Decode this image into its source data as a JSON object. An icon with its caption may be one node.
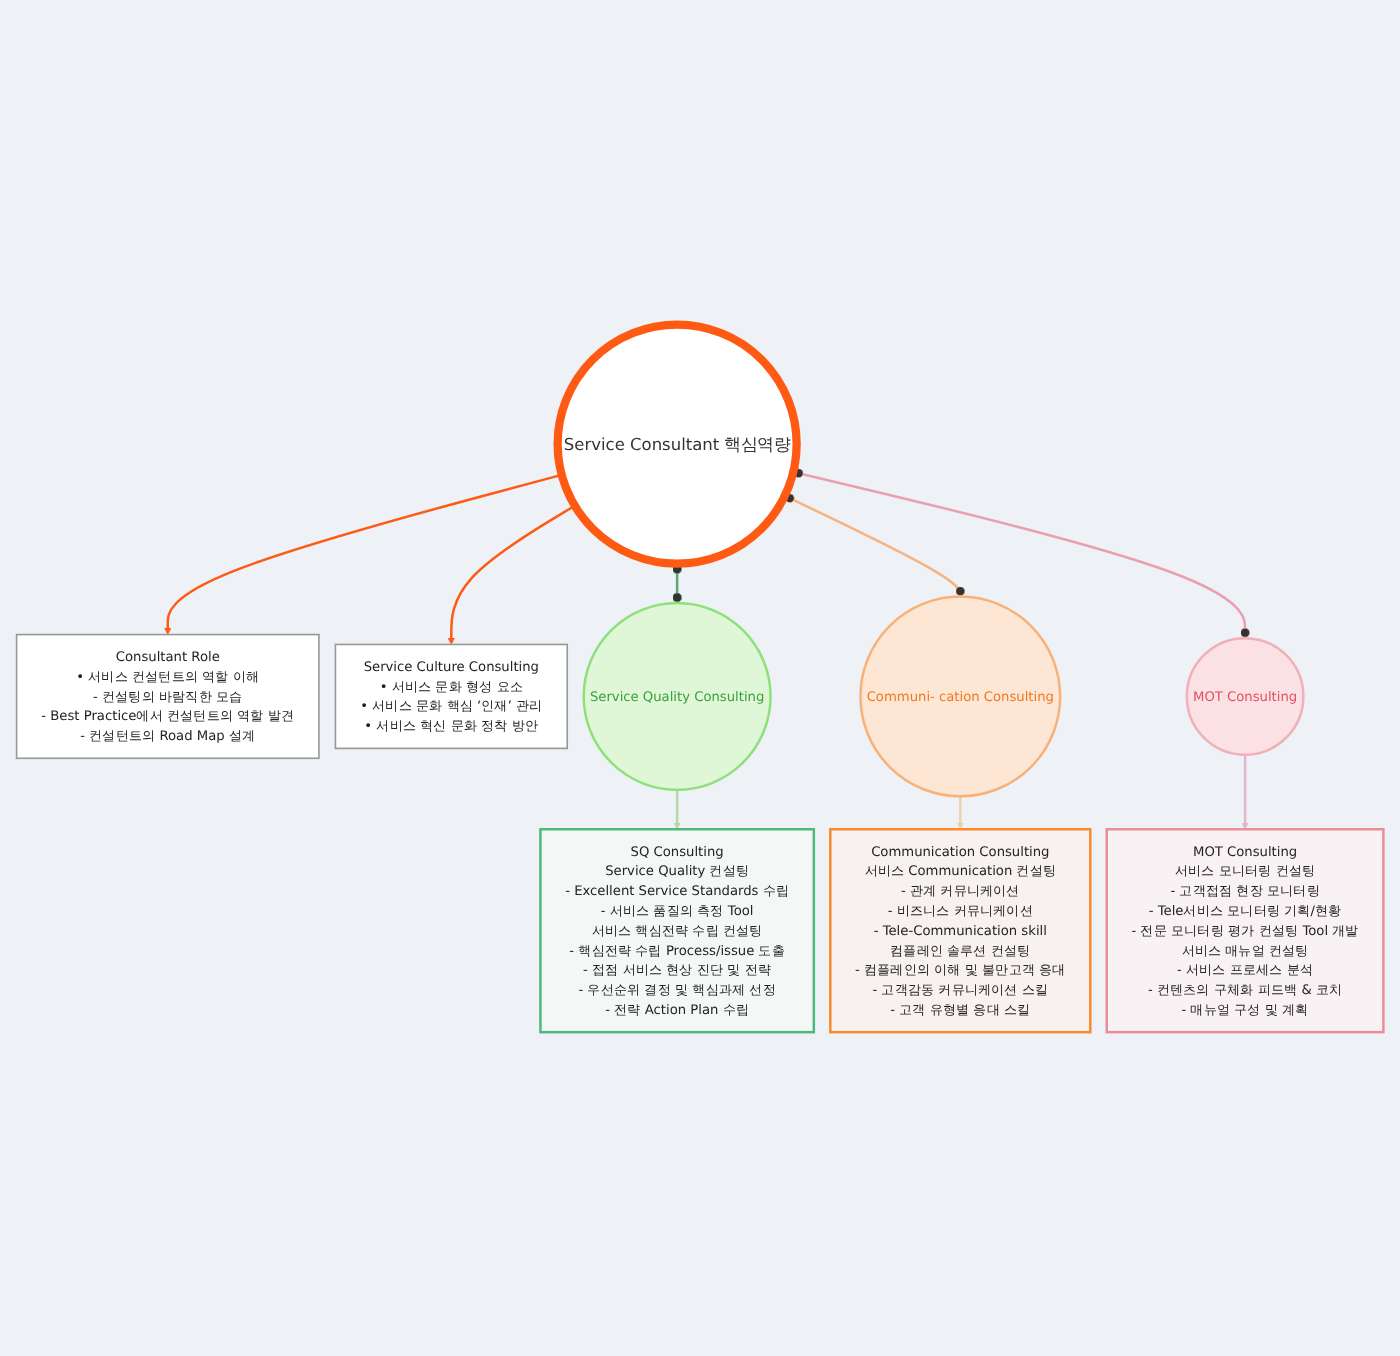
{
  "diagram": {
    "nodes": [
      {
        "text": [
          "Consultant Role",
          "• 서비스 컨설턴트의 역할 이해",
          "- 컨설팅의 바람직한 모습",
          "- Best Practice에서 컨설턴트의 역할 발견",
          "- 컨설턴트의 Road Map 설계"
        ]
      },
      {
        "text": [
          "Service Consultant 핵심역량"
        ]
      },
      {
        "text": [
          "Service Culture Consulting",
          "• 서비스 문화 형성 요소",
          "• 서비스 문화 핵심 ‘인재’ 관리",
          "• 서비스 혁신 문화 정착 방안"
        ]
      },
      {
        "text": [
          "Service Quality Consulting"
        ]
      },
      {
        "text": [
          "Communi- cation Consulting"
        ]
      },
      {
        "text": [
          "MOT Consulting"
        ]
      },
      {
        "text": [
          "SQ Consulting",
          "Service Quality 컨설팅",
          "- Excellent Service Standards 수립",
          "- 서비스 품질의 측정 Tool",
          "서비스 핵심전략 수립 컨설팅",
          "- 핵심전략 수립 Process/issue 도출",
          "- 접점 서비스 현상 진단 및 전략",
          "- 우선순위 결정 및 핵심과제 선정",
          "- 전략 Action Plan 수립"
        ]
      },
      {
        "text": [
          "Communication Consulting",
          "서비스 Communication 컨설팅",
          "- 관계 커뮤니케이션",
          "- 비즈니스 커뮤니케이션",
          "- Tele-Communication skill",
          "컴플레인 솔루션 컨설팅",
          "- 컴플레인의 이해 및 불만고객 응대",
          "- 고객감동 커뮤니케이션 스킬",
          "- 고객 유형별 응대 스킬"
        ]
      },
      {
        "text": [
          "MOT Consulting",
          "서비스 모니터링 컨설팅",
          "- 고객접점 현장 모니터링",
          "- Tele서비스 모니터링 기획/현황",
          "- 전문 모니터링 평가 컨설팅 Tool 개발",
          "서비스 매뉴얼 컨설팅",
          "- 서비스 프로세스 분석",
          "- 컨텐츠의 구체화 피드백 & 코치",
          "- 매뉴얼 구성 및 계획"
        ]
      }
    ],
    "edges": [
      {
        "from": 1,
        "to": 0,
        "arrow": "to",
        "color": "#ff5a14"
      },
      {
        "from": 1,
        "to": 2,
        "arrow": "to",
        "color": "#ff5a14"
      },
      {
        "from": 1,
        "to": 3,
        "arrow": "other",
        "color": "#5aa878"
      },
      {
        "from": 1,
        "to": 4,
        "arrow": "other",
        "color": "#f5b47f"
      },
      {
        "from": 1,
        "to": 5,
        "arrow": "other",
        "color": "#e8a0b0"
      },
      {
        "from": 3,
        "to": 6,
        "arrow": "to",
        "color": "#b5d8a8"
      },
      {
        "from": 4,
        "to": 7,
        "arrow": "to",
        "color": "#f0d0a8"
      },
      {
        "from": 5,
        "to": 8,
        "arrow": "to",
        "color": "#e0b8c8"
      }
    ]
  }
}
